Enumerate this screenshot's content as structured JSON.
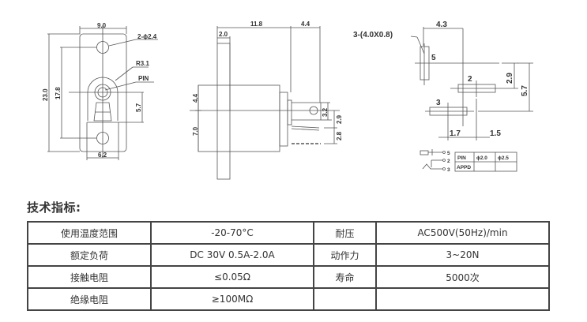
{
  "drawing": {
    "front_view": {
      "width": "9.0",
      "hole_spec": "2-ϕ2.4",
      "radius": "R3.1",
      "pin_label": "PIN",
      "total_height": "23.0",
      "hole_spacing": "17.8",
      "pin_offset": "5.7",
      "bottom_width": "6.2"
    },
    "side_view": {
      "body_length": "11.8",
      "terminal_length": "4.4",
      "flange_thickness": "2.0",
      "upper_height": "4.4",
      "lower_height": "7.0",
      "terminal_a": "3.2",
      "terminal_b": "2.9",
      "terminal_c": "2.8"
    },
    "pcb_layout": {
      "slot_spec": "3-(4.0X0.8)",
      "width_top": "4.3",
      "pin5_label": "5",
      "pin2_label": "2",
      "pin3_label": "3",
      "dim_2_9": "2.9",
      "dim_5_7": "5.7",
      "dim_1_7": "1.7",
      "dim_1_5": "1.5"
    },
    "schematic": {
      "pins": [
        "5",
        "2",
        "3"
      ],
      "table_header": [
        "PIN",
        "ϕ2.0",
        "ϕ2.5"
      ],
      "table_row": [
        "APPD",
        "",
        ""
      ]
    }
  },
  "heading": "技术指标:",
  "spec_table": {
    "rows": [
      [
        "使用温度范围",
        "-20-70°C",
        "耐压",
        "AC500V(50Hz)/min"
      ],
      [
        "额定负荷",
        "DC 30V 0.5A-2.0A",
        "动作力",
        "3~20N"
      ],
      [
        "接触电阻",
        "≤0.05Ω",
        "寿命",
        "5000次"
      ],
      [
        "绝缘电阻",
        "≥100MΩ",
        "",
        ""
      ]
    ]
  }
}
